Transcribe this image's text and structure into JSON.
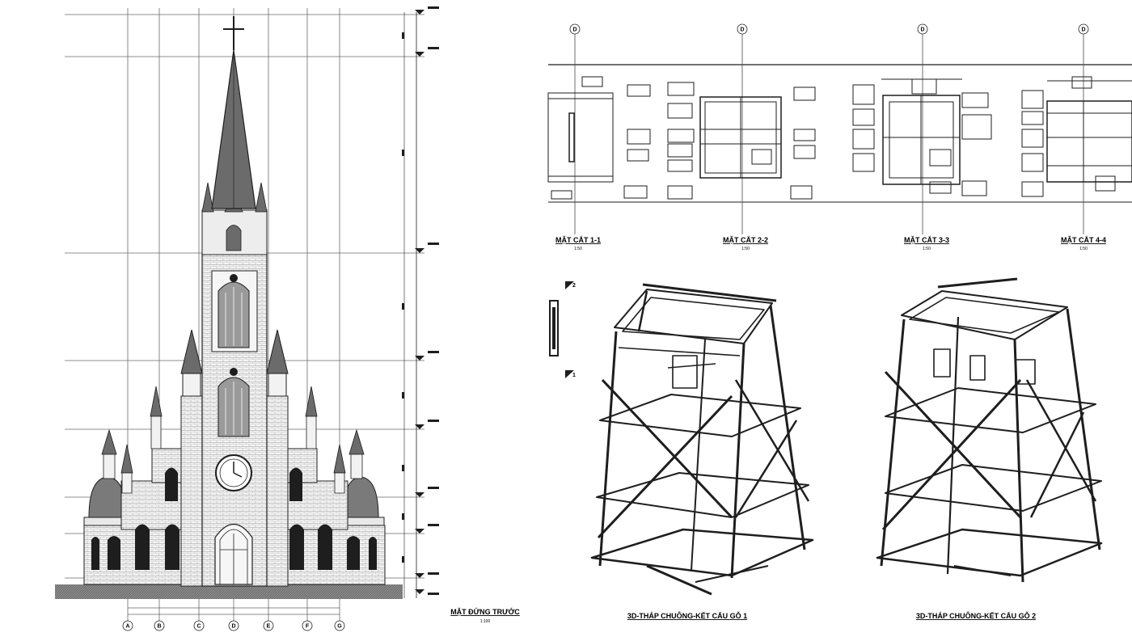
{
  "elevation": {
    "title": "MẶT ĐỨNG TRƯỚC",
    "scale": "1:100",
    "grid_axes": [
      "A",
      "B",
      "C",
      "D",
      "E",
      "F",
      "G"
    ]
  },
  "sections": [
    {
      "title": "MẶT CẮT 1-1",
      "scale": "1:50",
      "axis": "D"
    },
    {
      "title": "MẶT CẮT 2-2",
      "scale": "1:50",
      "axis": "D"
    },
    {
      "title": "MẶT CẮT 3-3",
      "scale": "1:50",
      "axis": "D"
    },
    {
      "title": "MẶT CẮT 4-4",
      "scale": "1:50",
      "axis": "D"
    }
  ],
  "views3d": [
    {
      "title": "3D-THÁP CHUÔNG-KẾT CẤU GỖ 1"
    },
    {
      "title": "3D-THÁP CHUÔNG-KẾT CẤU GỖ 2"
    }
  ],
  "detail_markers": [
    "2",
    "1"
  ],
  "colors": {
    "line": "#1e1e1e",
    "grid": "#6a6a6a",
    "fill_dark": "#6b6b6b",
    "ground": "#8a8a8a"
  }
}
